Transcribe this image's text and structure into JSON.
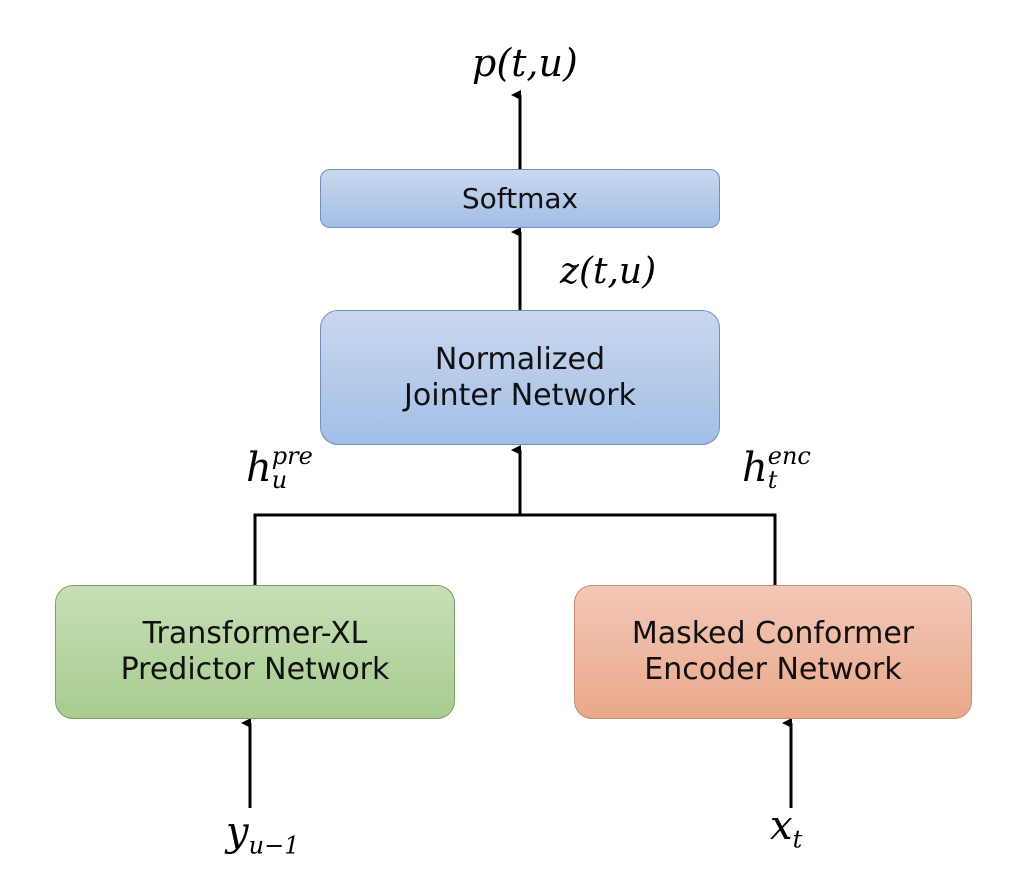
{
  "boxes": {
    "softmax": "Softmax",
    "jointer": "Normalized\nJointer Network",
    "predictor": "Transformer-XL\nPredictor Network",
    "encoder": "Masked Conformer\nEncoder Network"
  },
  "labels": {
    "output": "p(t,u)",
    "joint_output": "z(t,u)",
    "h_pre_base": "h",
    "h_pre_sup": "pre",
    "h_pre_sub": "u",
    "h_enc_base": "h",
    "h_enc_sup": "enc",
    "h_enc_sub": "t",
    "y_base": "y",
    "y_sub": "u−1",
    "x_base": "x",
    "x_sub": "t"
  },
  "colors": {
    "blue_box": "#a2bee5",
    "green_box": "#a6cc8e",
    "orange_box": "#eaa88a",
    "line": "#000000"
  }
}
